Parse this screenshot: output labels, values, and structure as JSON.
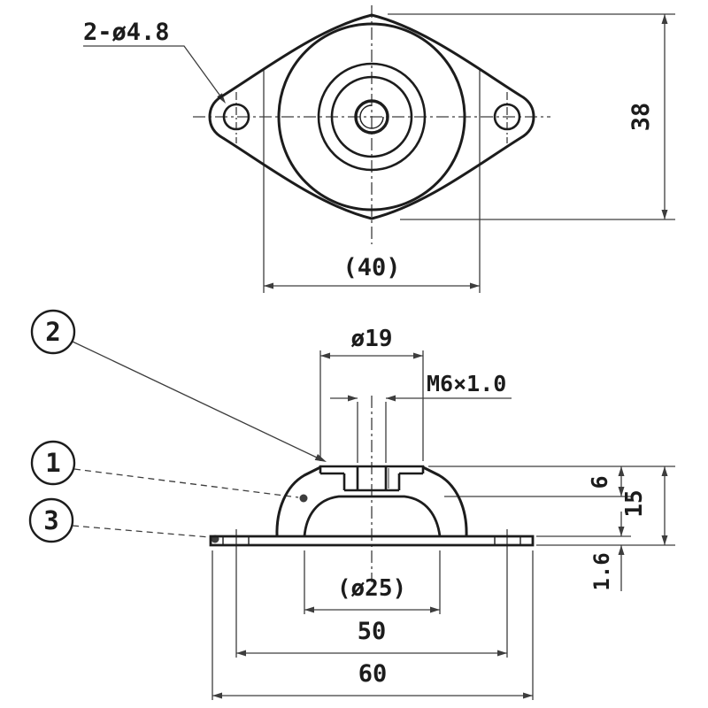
{
  "colors": {
    "line": "#1c1c1c",
    "thin": "#3d3d3d",
    "thread": "#9a9a9a",
    "bg": "#ffffff"
  },
  "top_view": {
    "hole_callout": "2-ø4.8",
    "width_dim": "(40)",
    "height_dim": "38"
  },
  "side_view": {
    "cap_diameter": "ø19",
    "thread_spec": "M6×1.0",
    "recess_depth": "6",
    "overall_height": "15",
    "plate_thickness": "1.6",
    "inner_base_diameter": "(ø25)",
    "hole_pitch": "50",
    "overall_length": "60"
  },
  "balloons": [
    {
      "label": "2"
    },
    {
      "label": "1"
    },
    {
      "label": "3"
    }
  ]
}
